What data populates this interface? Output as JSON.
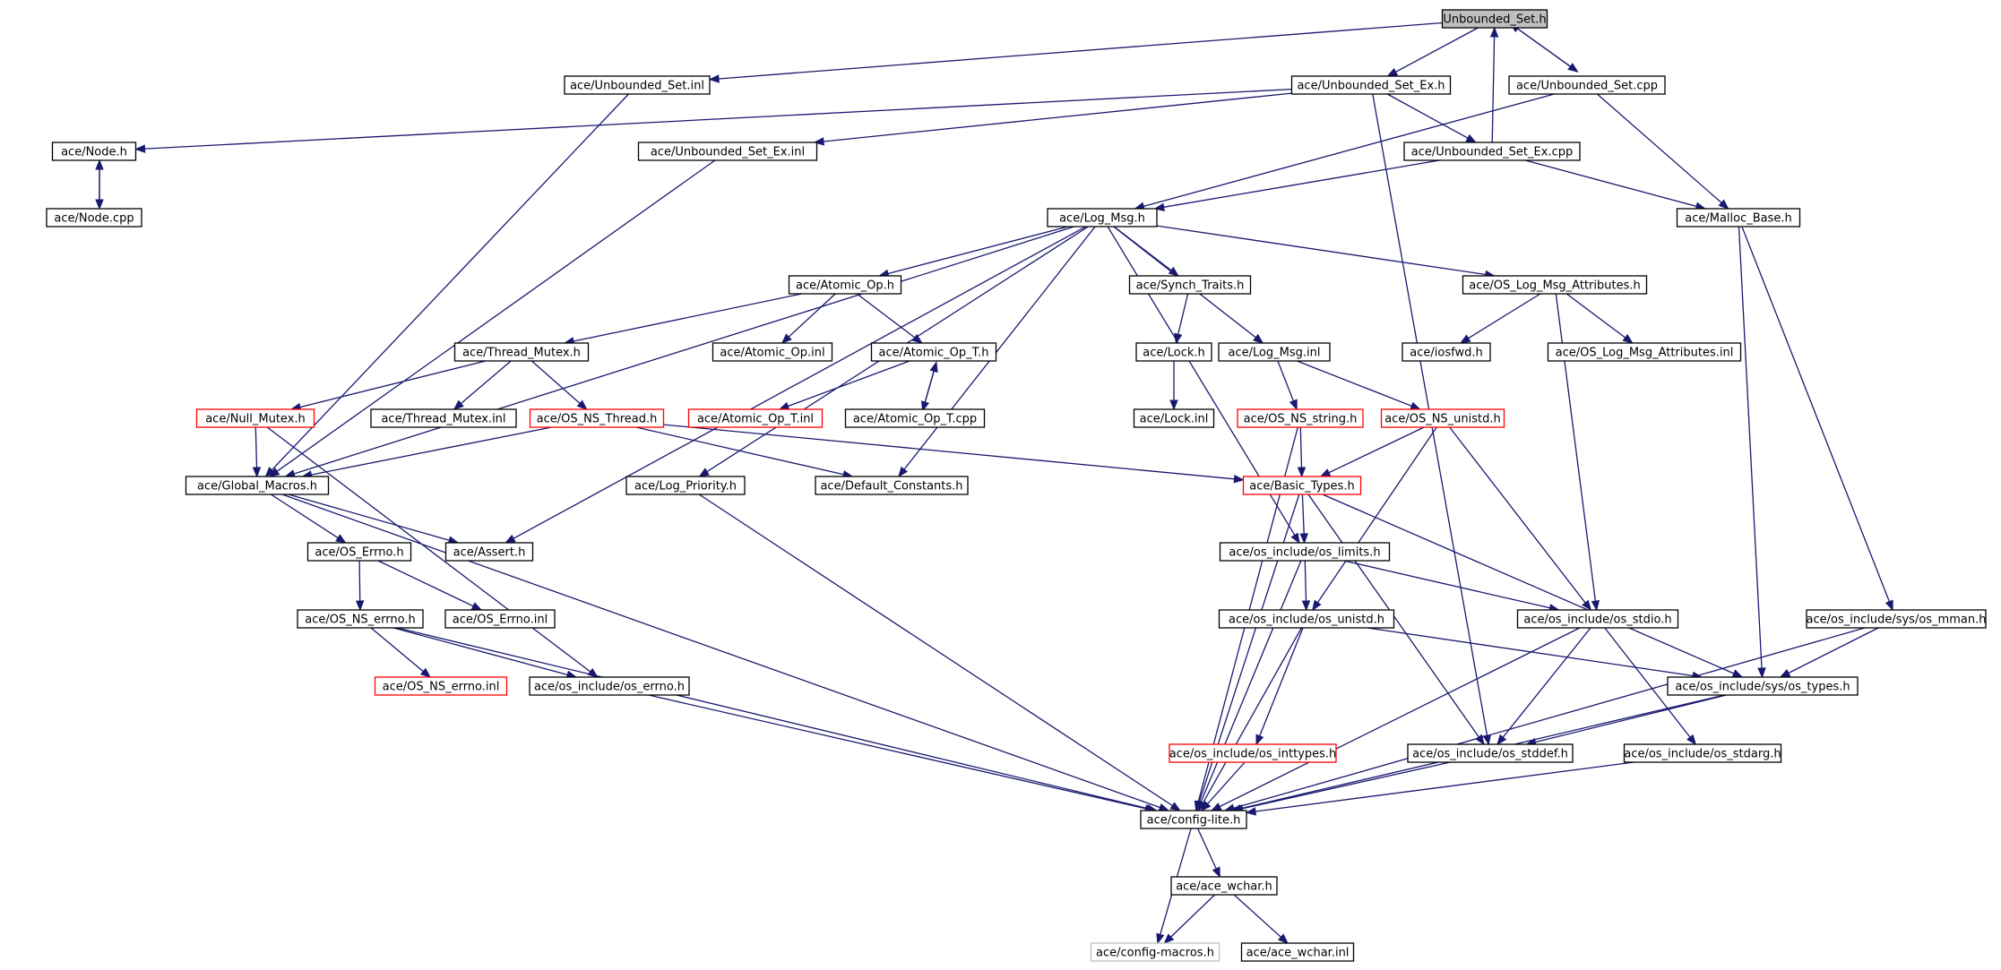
{
  "colors": {
    "edge": "#191970",
    "box_border": "#000000",
    "incomplete_border": "#ff0000",
    "external_border": "#bfbfbf",
    "root_fill": "#bfbfbf"
  },
  "nodes": [
    {
      "id": "unbounded_set_h",
      "label": "Unbounded_Set.h",
      "style": "root"
    },
    {
      "id": "unbounded_set_inl",
      "label": "ace/Unbounded_Set.inl",
      "style": "normal"
    },
    {
      "id": "unbounded_set_ex_h",
      "label": "ace/Unbounded_Set_Ex.h",
      "style": "normal"
    },
    {
      "id": "unbounded_set_cpp",
      "label": "ace/Unbounded_Set.cpp",
      "style": "normal"
    },
    {
      "id": "node_h",
      "label": "ace/Node.h",
      "style": "normal"
    },
    {
      "id": "unbounded_set_ex_inl",
      "label": "ace/Unbounded_Set_Ex.inl",
      "style": "normal"
    },
    {
      "id": "unbounded_set_ex_cpp",
      "label": "ace/Unbounded_Set_Ex.cpp",
      "style": "normal"
    },
    {
      "id": "node_cpp",
      "label": "ace/Node.cpp",
      "style": "normal"
    },
    {
      "id": "log_msg_h",
      "label": "ace/Log_Msg.h",
      "style": "normal"
    },
    {
      "id": "malloc_base_h",
      "label": "ace/Malloc_Base.h",
      "style": "normal"
    },
    {
      "id": "atomic_op_h",
      "label": "ace/Atomic_Op.h",
      "style": "normal"
    },
    {
      "id": "synch_traits_h",
      "label": "ace/Synch_Traits.h",
      "style": "normal"
    },
    {
      "id": "os_log_msg_attr_h",
      "label": "ace/OS_Log_Msg_Attributes.h",
      "style": "normal"
    },
    {
      "id": "thread_mutex_h",
      "label": "ace/Thread_Mutex.h",
      "style": "normal"
    },
    {
      "id": "atomic_op_inl",
      "label": "ace/Atomic_Op.inl",
      "style": "normal"
    },
    {
      "id": "atomic_op_t_h",
      "label": "ace/Atomic_Op_T.h",
      "style": "normal"
    },
    {
      "id": "lock_h",
      "label": "ace/Lock.h",
      "style": "normal"
    },
    {
      "id": "log_msg_inl",
      "label": "ace/Log_Msg.inl",
      "style": "normal"
    },
    {
      "id": "iosfwd_h",
      "label": "ace/iosfwd.h",
      "style": "normal"
    },
    {
      "id": "os_log_msg_attr_inl",
      "label": "ace/OS_Log_Msg_Attributes.inl",
      "style": "normal"
    },
    {
      "id": "null_mutex_h",
      "label": "ace/Null_Mutex.h",
      "style": "red"
    },
    {
      "id": "thread_mutex_inl",
      "label": "ace/Thread_Mutex.inl",
      "style": "normal"
    },
    {
      "id": "os_ns_thread_h",
      "label": "ace/OS_NS_Thread.h",
      "style": "red"
    },
    {
      "id": "atomic_op_t_inl",
      "label": "ace/Atomic_Op_T.inl",
      "style": "red"
    },
    {
      "id": "atomic_op_t_cpp",
      "label": "ace/Atomic_Op_T.cpp",
      "style": "normal"
    },
    {
      "id": "lock_inl",
      "label": "ace/Lock.inl",
      "style": "normal"
    },
    {
      "id": "os_ns_string_h",
      "label": "ace/OS_NS_string.h",
      "style": "red"
    },
    {
      "id": "os_ns_unistd_h",
      "label": "ace/OS_NS_unistd.h",
      "style": "red"
    },
    {
      "id": "global_macros_h",
      "label": "ace/Global_Macros.h",
      "style": "normal"
    },
    {
      "id": "log_priority_h",
      "label": "ace/Log_Priority.h",
      "style": "normal"
    },
    {
      "id": "default_constants_h",
      "label": "ace/Default_Constants.h",
      "style": "normal"
    },
    {
      "id": "basic_types_h",
      "label": "ace/Basic_Types.h",
      "style": "red"
    },
    {
      "id": "os_errno_h",
      "label": "ace/OS_Errno.h",
      "style": "normal"
    },
    {
      "id": "assert_h",
      "label": "ace/Assert.h",
      "style": "normal"
    },
    {
      "id": "os_limits_h",
      "label": "ace/os_include/os_limits.h",
      "style": "normal"
    },
    {
      "id": "os_ns_errno_h",
      "label": "ace/OS_NS_errno.h",
      "style": "normal"
    },
    {
      "id": "os_errno_inl",
      "label": "ace/OS_Errno.inl",
      "style": "normal"
    },
    {
      "id": "os_unistd_h",
      "label": "ace/os_include/os_unistd.h",
      "style": "normal"
    },
    {
      "id": "os_stdio_h",
      "label": "ace/os_include/os_stdio.h",
      "style": "normal"
    },
    {
      "id": "sys_os_mman_h",
      "label": "ace/os_include/sys/os_mman.h",
      "style": "normal"
    },
    {
      "id": "os_ns_errno_inl",
      "label": "ace/OS_NS_errno.inl",
      "style": "red"
    },
    {
      "id": "os_include_errno_h",
      "label": "ace/os_include/os_errno.h",
      "style": "normal"
    },
    {
      "id": "sys_os_types_h",
      "label": "ace/os_include/sys/os_types.h",
      "style": "normal"
    },
    {
      "id": "os_inttypes_h",
      "label": "ace/os_include/os_inttypes.h",
      "style": "red"
    },
    {
      "id": "os_stddef_h",
      "label": "ace/os_include/os_stddef.h",
      "style": "normal"
    },
    {
      "id": "os_stdarg_h",
      "label": "ace/os_include/os_stdarg.h",
      "style": "normal"
    },
    {
      "id": "config_lite_h",
      "label": "ace/config-lite.h",
      "style": "normal"
    },
    {
      "id": "ace_wchar_h",
      "label": "ace/ace_wchar.h",
      "style": "normal"
    },
    {
      "id": "config_macros_h",
      "label": "ace/config-macros.h",
      "style": "gray"
    },
    {
      "id": "ace_wchar_inl",
      "label": "ace/ace_wchar.inl",
      "style": "normal"
    }
  ],
  "edges": [
    [
      "unbounded_set_h",
      "unbounded_set_inl"
    ],
    [
      "unbounded_set_h",
      "unbounded_set_ex_h"
    ],
    [
      "unbounded_set_h",
      "unbounded_set_cpp"
    ],
    [
      "unbounded_set_cpp",
      "unbounded_set_h"
    ],
    [
      "unbounded_set_cpp",
      "log_msg_h"
    ],
    [
      "unbounded_set_cpp",
      "malloc_base_h"
    ],
    [
      "unbounded_set_inl",
      "global_macros_h"
    ],
    [
      "unbounded_set_ex_h",
      "node_h"
    ],
    [
      "unbounded_set_ex_h",
      "unbounded_set_ex_inl"
    ],
    [
      "unbounded_set_ex_h",
      "unbounded_set_ex_cpp"
    ],
    [
      "unbounded_set_ex_h",
      "os_stddef_h"
    ],
    [
      "unbounded_set_ex_cpp",
      "unbounded_set_h"
    ],
    [
      "unbounded_set_ex_cpp",
      "log_msg_h"
    ],
    [
      "unbounded_set_ex_cpp",
      "malloc_base_h"
    ],
    [
      "node_h",
      "node_cpp"
    ],
    [
      "node_cpp",
      "node_h"
    ],
    [
      "unbounded_set_ex_inl",
      "global_macros_h"
    ],
    [
      "log_msg_h",
      "atomic_op_h"
    ],
    [
      "log_msg_h",
      "synch_traits_h"
    ],
    [
      "log_msg_h",
      "os_log_msg_attr_h"
    ],
    [
      "log_msg_h",
      "log_msg_inl"
    ],
    [
      "log_msg_h",
      "global_macros_h"
    ],
    [
      "log_msg_h",
      "log_priority_h"
    ],
    [
      "log_msg_h",
      "default_constants_h"
    ],
    [
      "log_msg_h",
      "assert_h"
    ],
    [
      "log_msg_h",
      "os_limits_h"
    ],
    [
      "malloc_base_h",
      "sys_os_types_h"
    ],
    [
      "malloc_base_h",
      "sys_os_mman_h"
    ],
    [
      "atomic_op_h",
      "thread_mutex_h"
    ],
    [
      "atomic_op_h",
      "atomic_op_inl"
    ],
    [
      "atomic_op_h",
      "atomic_op_t_h"
    ],
    [
      "thread_mutex_h",
      "null_mutex_h"
    ],
    [
      "thread_mutex_h",
      "thread_mutex_inl"
    ],
    [
      "thread_mutex_h",
      "os_ns_thread_h"
    ],
    [
      "atomic_op_t_h",
      "atomic_op_t_inl"
    ],
    [
      "atomic_op_t_h",
      "atomic_op_t_cpp"
    ],
    [
      "atomic_op_t_cpp",
      "atomic_op_t_h"
    ],
    [
      "synch_traits_h",
      "lock_h"
    ],
    [
      "lock_h",
      "lock_inl"
    ],
    [
      "os_log_msg_attr_h",
      "iosfwd_h"
    ],
    [
      "os_log_msg_attr_h",
      "os_log_msg_attr_inl"
    ],
    [
      "os_log_msg_attr_h",
      "os_stdio_h"
    ],
    [
      "log_msg_inl",
      "os_ns_string_h"
    ],
    [
      "log_msg_inl",
      "os_ns_unistd_h"
    ],
    [
      "null_mutex_h",
      "global_macros_h"
    ],
    [
      "null_mutex_h",
      "os_include_errno_h"
    ],
    [
      "os_ns_thread_h",
      "global_macros_h"
    ],
    [
      "os_ns_thread_h",
      "default_constants_h"
    ],
    [
      "os_ns_thread_h",
      "basic_types_h"
    ],
    [
      "os_ns_string_h",
      "basic_types_h"
    ],
    [
      "os_ns_string_h",
      "config_lite_h"
    ],
    [
      "os_ns_unistd_h",
      "basic_types_h"
    ],
    [
      "os_ns_unistd_h",
      "os_unistd_h"
    ],
    [
      "os_ns_unistd_h",
      "os_stdio_h"
    ],
    [
      "global_macros_h",
      "os_errno_h"
    ],
    [
      "global_macros_h",
      "assert_h"
    ],
    [
      "global_macros_h",
      "config_lite_h"
    ],
    [
      "log_priority_h",
      "config_lite_h"
    ],
    [
      "basic_types_h",
      "os_limits_h"
    ],
    [
      "basic_types_h",
      "sys_os_types_h"
    ],
    [
      "basic_types_h",
      "os_stddef_h"
    ],
    [
      "basic_types_h",
      "config_lite_h"
    ],
    [
      "os_errno_h",
      "os_ns_errno_h"
    ],
    [
      "os_errno_h",
      "os_errno_inl"
    ],
    [
      "os_ns_errno_h",
      "os_ns_errno_inl"
    ],
    [
      "os_ns_errno_h",
      "os_include_errno_h"
    ],
    [
      "os_ns_errno_h",
      "config_lite_h"
    ],
    [
      "os_limits_h",
      "os_unistd_h"
    ],
    [
      "os_limits_h",
      "os_stdio_h"
    ],
    [
      "os_limits_h",
      "config_lite_h"
    ],
    [
      "os_unistd_h",
      "os_inttypes_h"
    ],
    [
      "os_unistd_h",
      "sys_os_types_h"
    ],
    [
      "os_unistd_h",
      "config_lite_h"
    ],
    [
      "os_stdio_h",
      "os_stddef_h"
    ],
    [
      "os_stdio_h",
      "os_stdarg_h"
    ],
    [
      "os_stdio_h",
      "config_lite_h"
    ],
    [
      "sys_os_mman_h",
      "sys_os_types_h"
    ],
    [
      "sys_os_mman_h",
      "config_lite_h"
    ],
    [
      "os_include_errno_h",
      "config_lite_h"
    ],
    [
      "sys_os_types_h",
      "os_stddef_h"
    ],
    [
      "sys_os_types_h",
      "config_lite_h"
    ],
    [
      "os_inttypes_h",
      "config_lite_h"
    ],
    [
      "os_stddef_h",
      "config_lite_h"
    ],
    [
      "os_stdarg_h",
      "config_lite_h"
    ],
    [
      "config_lite_h",
      "ace_wchar_h"
    ],
    [
      "config_lite_h",
      "config_macros_h"
    ],
    [
      "ace_wchar_h",
      "config_macros_h"
    ],
    [
      "ace_wchar_h",
      "ace_wchar_inl"
    ]
  ]
}
